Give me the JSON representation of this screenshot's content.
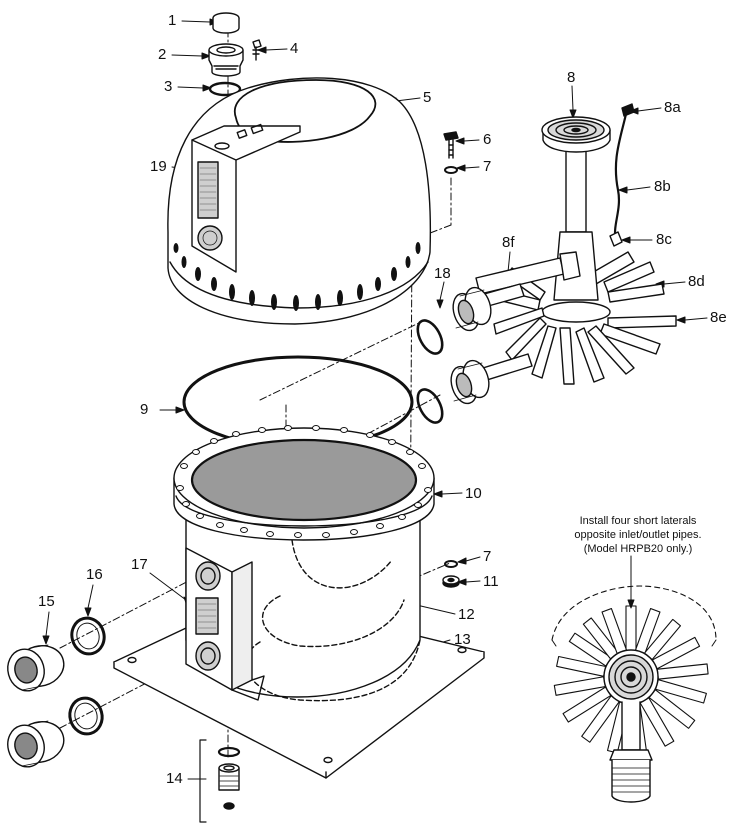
{
  "callouts": {
    "c1": "1",
    "c2": "2",
    "c3": "3",
    "c4": "4",
    "c5": "5",
    "c6": "6",
    "c7a": "7",
    "c7b": "7",
    "c8": "8",
    "c8a": "8a",
    "c8b": "8b",
    "c8c": "8c",
    "c8d": "8d",
    "c8e": "8e",
    "c8f": "8f",
    "c9": "9",
    "c10": "10",
    "c11": "11",
    "c12": "12",
    "c13": "13",
    "c14": "14",
    "c15": "15",
    "c16": "16",
    "c17": "17",
    "c18": "18",
    "c19": "19"
  },
  "note": {
    "line1": "Install four short laterals",
    "line2": "opposite inlet/outlet pipes.",
    "line3": "(Model HRPB20 only.)"
  },
  "colors": {
    "ink": "#111111",
    "screen_fill": "#9a9a9a",
    "light_fill": "#e6e6e6"
  }
}
